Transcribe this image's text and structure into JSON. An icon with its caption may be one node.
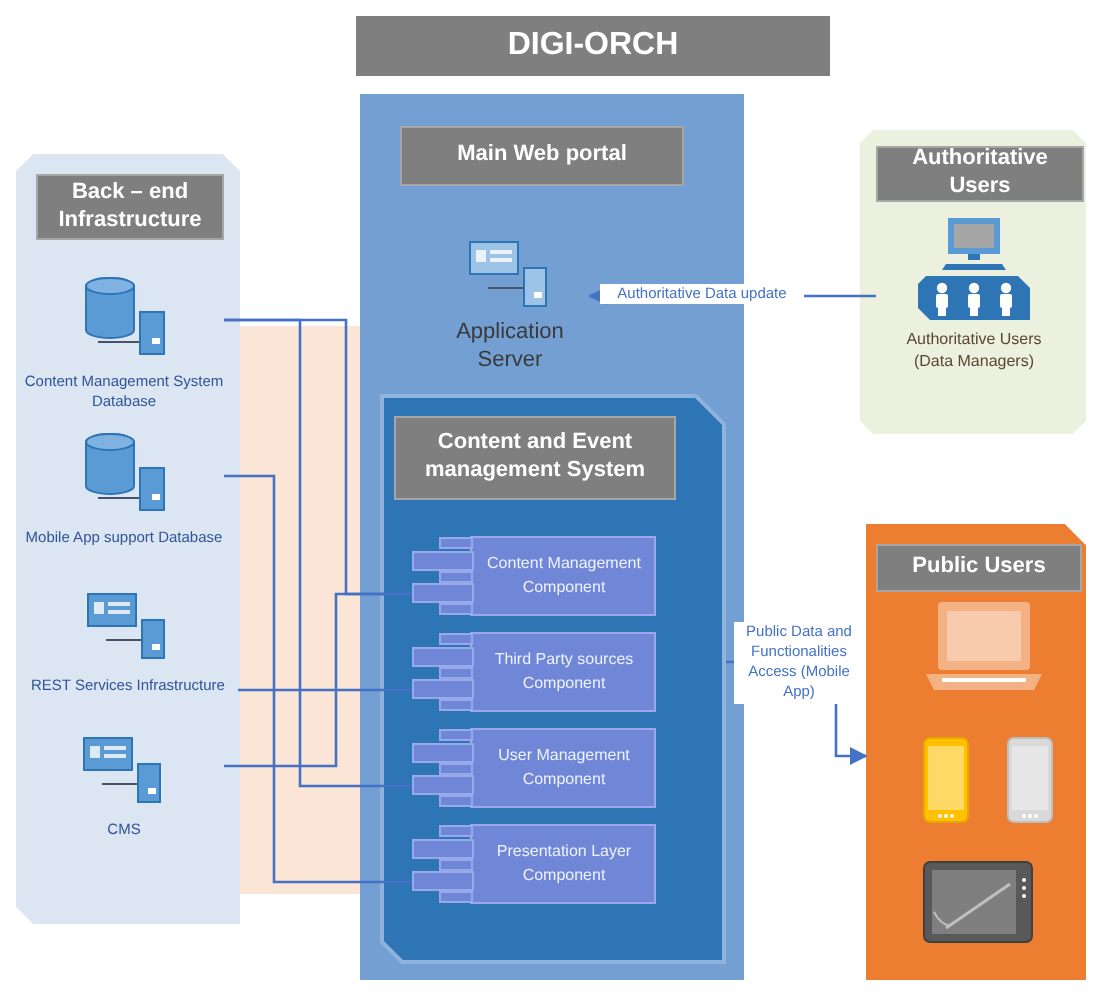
{
  "diagram": {
    "title": "DIGI-ORCH",
    "nodes": [
      {
        "text": [
          "Back – end Infrastructure"
        ]
      },
      {
        "text": [
          "Content Management System Database"
        ],
        "in": 0
      },
      {
        "text": [
          "Mobile App support Database"
        ],
        "in": 0
      },
      {
        "text": [
          "REST Services Infrastructure"
        ],
        "in": 0
      },
      {
        "text": [
          "CMS"
        ],
        "in": 0
      },
      {
        "text": [
          "Main Web portal"
        ]
      },
      {
        "text": [
          "Application Server"
        ],
        "in": 5
      },
      {
        "text": [
          "Content and Event management System"
        ],
        "in": 5
      },
      {
        "text": [
          "Content Management Component"
        ],
        "in": 7
      },
      {
        "text": [
          "Third Party sources Component"
        ],
        "in": 7
      },
      {
        "text": [
          "User Management Component"
        ],
        "in": 7
      },
      {
        "text": [
          "Presentation Layer Component"
        ],
        "in": 7
      },
      {
        "text": [
          "Authoritative Users"
        ]
      },
      {
        "text": [
          "Authoritative Users (Data Managers)"
        ],
        "in": 12
      },
      {
        "text": [
          "Public Users"
        ]
      }
    ],
    "edges": [
      {
        "from": 1,
        "to": 8,
        "arrow": "none"
      },
      {
        "from": 1,
        "to": 10,
        "arrow": "none"
      },
      {
        "from": 4,
        "to": 8,
        "arrow": "none"
      },
      {
        "from": 2,
        "to": 11,
        "arrow": "none"
      },
      {
        "from": 3,
        "to": 9,
        "arrow": "none"
      },
      {
        "from": 13,
        "to": 6,
        "arrow": "to",
        "label": "Authoritative Data update"
      },
      {
        "from": 7,
        "to": 14,
        "arrow": "to",
        "label": "Public Data and Functionalities Access (Mobile App)"
      }
    ]
  }
}
